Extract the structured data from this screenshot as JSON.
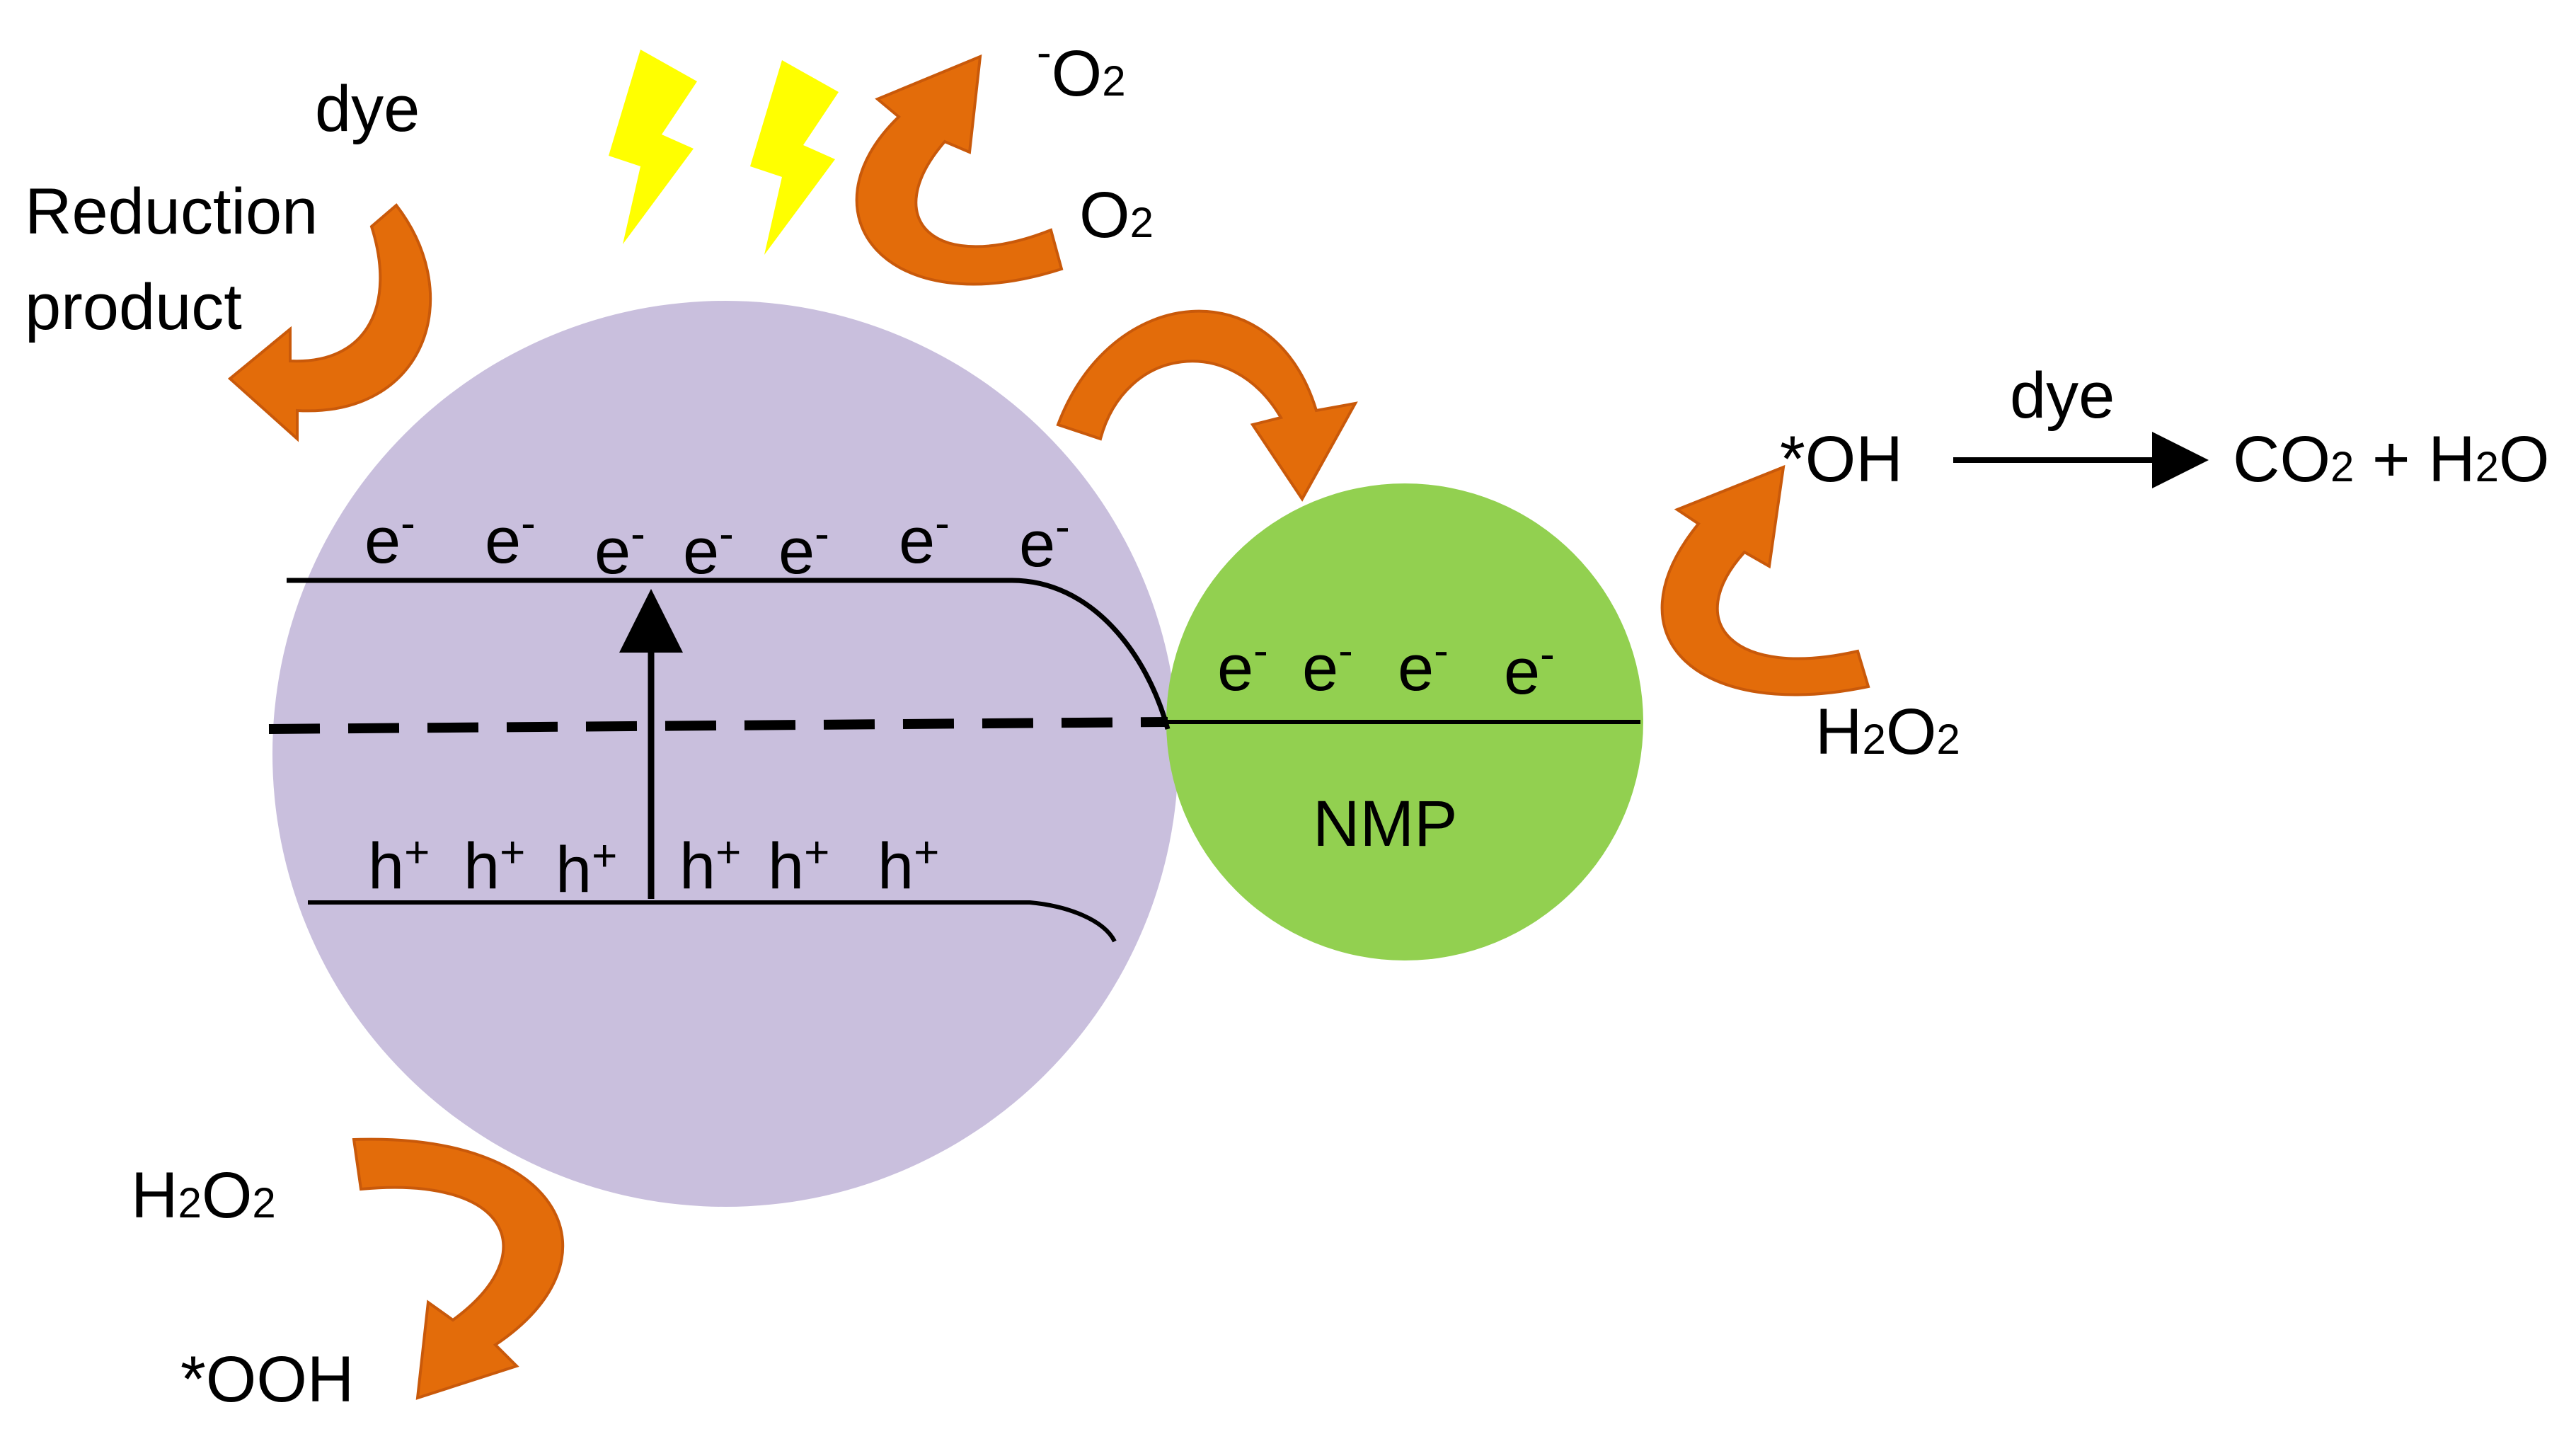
{
  "colors": {
    "semiconductor_particle": "#c9bfdd",
    "nmp_particle": "#92d050",
    "curved_arrow": "#e36c0a",
    "light_bolt": "#ffff00",
    "line": "#000000"
  },
  "icons": [
    "light-bolt-icon",
    "curved-arrow-icon",
    "straight-arrow-icon"
  ],
  "labels": {
    "dye_top": "dye",
    "reduction_product": [
      "Reduction",
      "product"
    ],
    "superoxide": {
      "sup": "-",
      "base": "O",
      "sub": "2"
    },
    "oxygen": {
      "base": "O",
      "sub": "2"
    },
    "hydroxyl_radical": "*OH",
    "dye_arrow": "dye",
    "products": {
      "a": "CO",
      "a_sub": "2",
      "plus": " + H",
      "b_sub": "2",
      "b": "O"
    },
    "h2o2_right": {
      "h": "H",
      "h_sub": "2",
      "o": "O",
      "o_sub": "2"
    },
    "h2o2_bottom": {
      "h": "H",
      "h_sub": "2",
      "o": "O",
      "o_sub": "2"
    },
    "hydroperoxyl_radical": "*OOH",
    "nmp": "NMP",
    "electron": {
      "base": "e",
      "sup": "-"
    },
    "hole": {
      "base": "h",
      "sup": "+"
    }
  },
  "band_structure": {
    "conduction_band_electrons": 7,
    "valence_band_holes": 6,
    "nmp_electrons": 4
  }
}
